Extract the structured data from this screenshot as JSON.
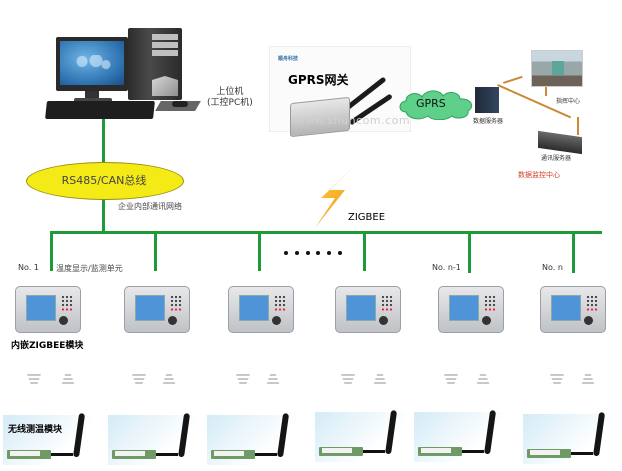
{
  "pc": {
    "label_line1": "上位机",
    "label_line2": "(工控PC机)"
  },
  "gprs_gateway": {
    "brand_logo": "顺舟科技",
    "title": "GPRS网关",
    "watermark": "www.shuncom.com"
  },
  "gprs_cloud": {
    "label": "GPRS"
  },
  "data_center": {
    "data_server_label": "数据服务器",
    "comm_server_label": "通讯服务器",
    "dispatch_center_label": "指挥中心",
    "monitor_center_label": "数据监控中心"
  },
  "wireless": {
    "label": "ZIGBEE"
  },
  "bus": {
    "label": "RS485/CAN总线",
    "network_label": "企业内部通讯网络"
  },
  "nodes": {
    "first_label": "No. 1",
    "unit_label": "温度显示/监测单元",
    "n_minus_1_label": "No. n-1",
    "n_label": "No. n",
    "ellipsis": "• • • • • •"
  },
  "terminal_count": 6,
  "embedded_label": "内嵌ZIGBEE模块",
  "wireless_module_label": "无线测温模块",
  "colors": {
    "bus_line": "#1e9a3a",
    "bus_ellipse": "#f3ea16",
    "monitor_center_text": "#d0402a",
    "cloud": "#5fd08a",
    "bolt": "#f5a313"
  }
}
